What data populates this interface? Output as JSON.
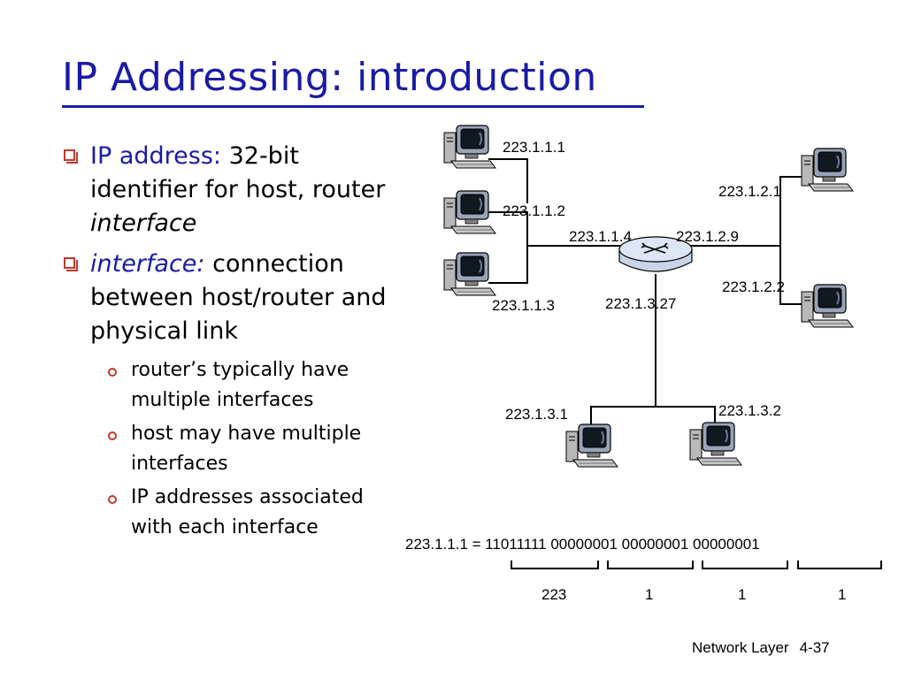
{
  "title": "IP Addressing: introduction",
  "bullets": [
    {
      "term": "IP address:",
      "rest": " 32-bit identifier for host, router ",
      "rest_italic": "interface"
    },
    {
      "term": "interface:",
      "rest": " connection between host/router and physical link"
    }
  ],
  "sub_bullets": [
    "router’s typically have multiple interfaces",
    "host may have multiple interfaces",
    "IP addresses associated with each interface"
  ],
  "diagram": {
    "ip_labels": {
      "h111": "223.1.1.1",
      "h112": "223.1.1.2",
      "h113": "223.1.1.3",
      "r114": "223.1.1.4",
      "r129": "223.1.2.9",
      "h121": "223.1.2.1",
      "h122": "223.1.2.2",
      "r1327": "223.1.3.27",
      "h131": "223.1.3.1",
      "h132": "223.1.3.2"
    },
    "binary_line": "223.1.1.1 = 11011111 00000001 00000001 00000001",
    "octet_labels": [
      "223",
      "1",
      "1",
      "1"
    ]
  },
  "footer": {
    "section": "Network Layer",
    "page": "4-37"
  }
}
